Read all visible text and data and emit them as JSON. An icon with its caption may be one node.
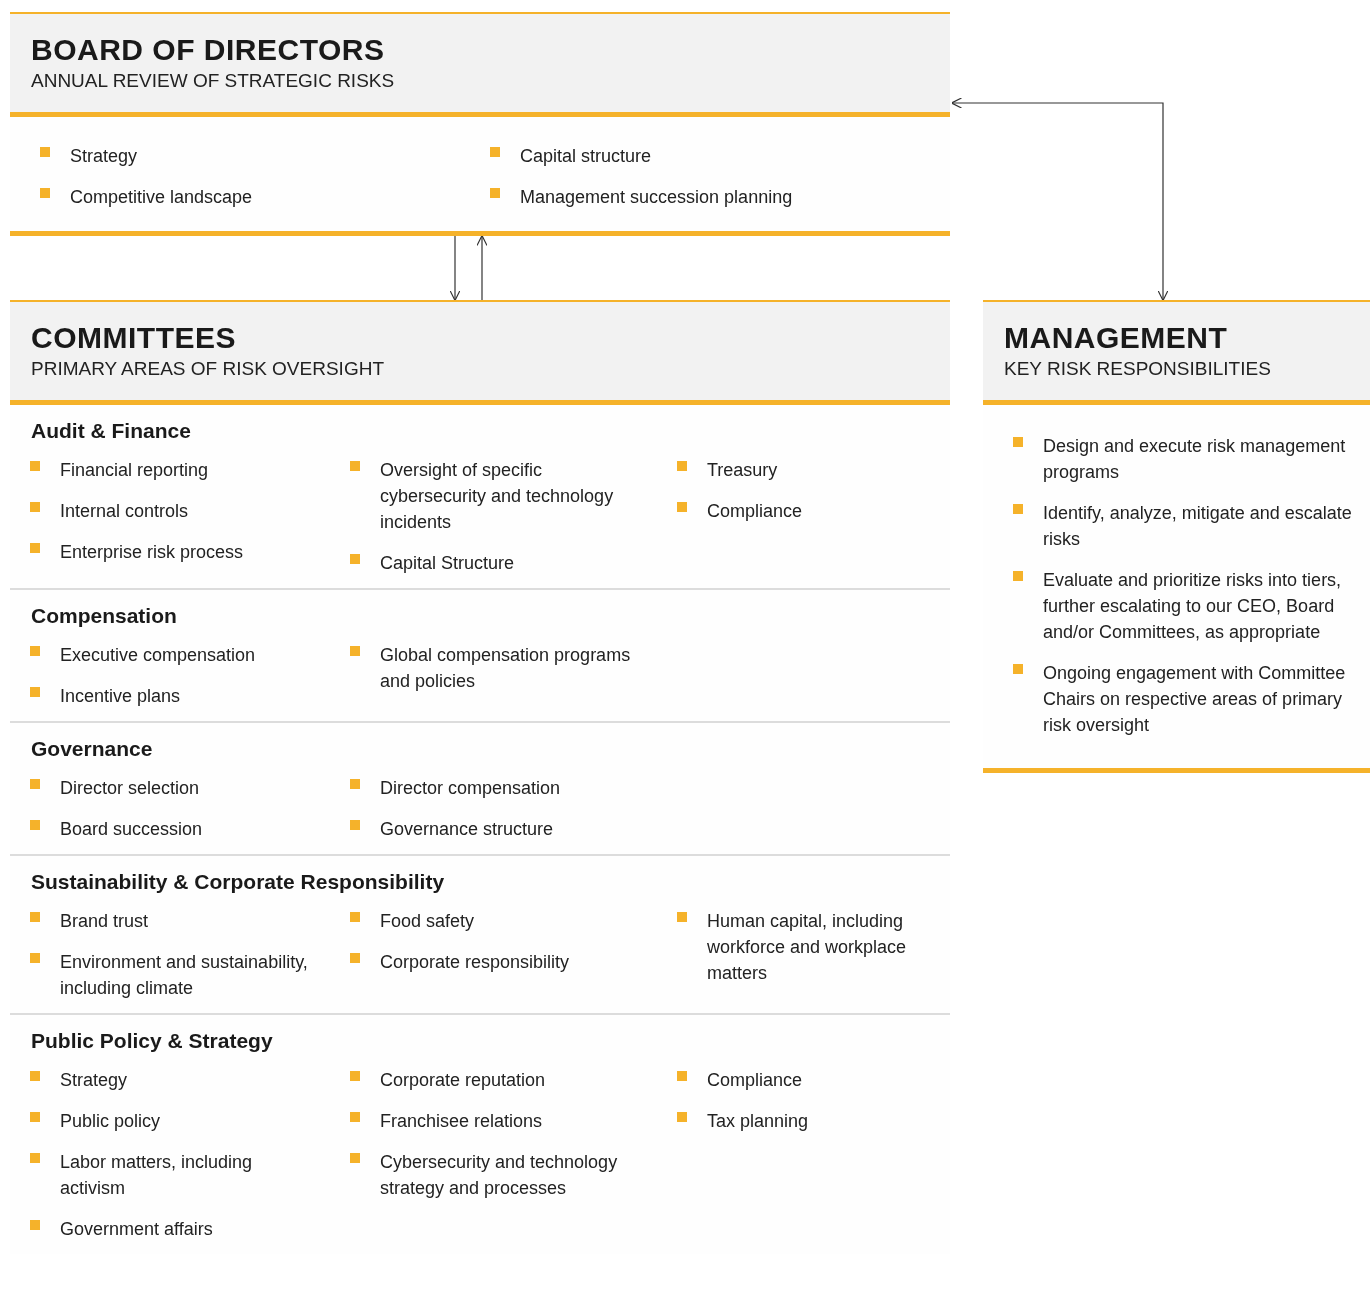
{
  "diagram": {
    "nodes": [
      {
        "text": [
          "BOARD OF DIRECTORS",
          "ANNUAL REVIEW OF STRATEGIC RISKS",
          "Strategy",
          "Competitive landscape",
          "Capital structure",
          "Management succession planning"
        ]
      },
      {
        "text": [
          "COMMITTEES",
          "PRIMARY AREAS OF RISK OVERSIGHT"
        ]
      },
      {
        "text": [
          "Audit & Finance",
          "Financial reporting",
          "Internal controls",
          "Enterprise risk process",
          "Oversight of specific cybersecurity and technology incidents",
          "Capital Structure",
          "Treasury",
          "Compliance"
        ],
        "in": 1
      },
      {
        "text": [
          "Compensation",
          "Executive compensation",
          "Incentive plans",
          "Global compensation programs and policies"
        ],
        "in": 1
      },
      {
        "text": [
          "Governance",
          "Director selection",
          "Board succession",
          "Director compensation",
          "Governance structure"
        ],
        "in": 1
      },
      {
        "text": [
          "Sustainability & Corporate Responsibility",
          "Brand trust",
          "Environment and sustainability, including climate",
          "Food safety",
          "Corporate responsibility",
          "Human capital, including workforce and workplace matters"
        ],
        "in": 1
      },
      {
        "text": [
          "Public Policy & Strategy",
          "Strategy",
          "Public policy",
          "Labor matters, including activism",
          "Government affairs",
          "Corporate reputation",
          "Franchisee relations",
          "Cybersecurity and technology strategy and processes",
          "Compliance",
          "Tax planning"
        ],
        "in": 1
      },
      {
        "text": [
          "MANAGEMENT",
          "KEY RISK RESPONSIBILITIES",
          "Design and execute risk management programs",
          "Identify, analyze, mitigate and escalate risks",
          "Evaluate and prioritize risks into tiers, further escalating to our CEO, Board and/or Committees, as appropriate",
          "Ongoing engagement with Committee Chairs on respective areas of primary risk oversight"
        ]
      }
    ],
    "edges": [
      {
        "from": 0,
        "to": 1,
        "arrow": "to"
      },
      {
        "from": 1,
        "to": 0,
        "arrow": "to"
      },
      {
        "from": 0,
        "to": 7,
        "arrow": "both"
      }
    ]
  }
}
